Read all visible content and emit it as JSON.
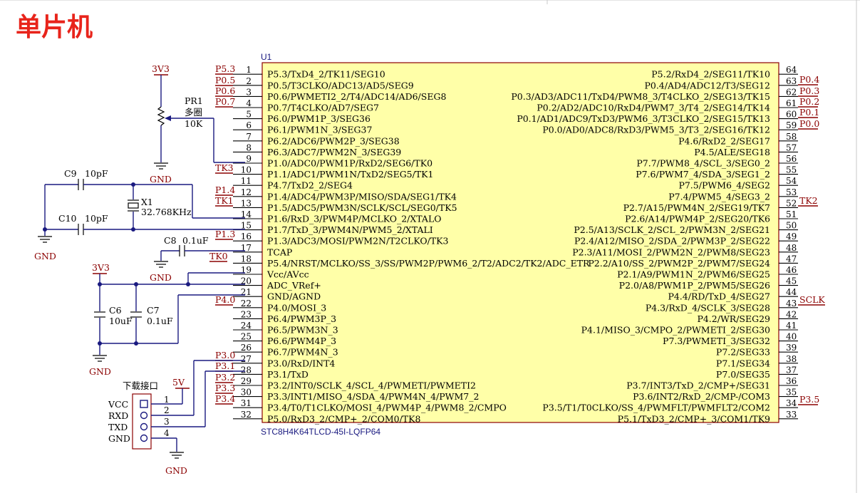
{
  "title": "单片机",
  "chip": {
    "designator": "U1",
    "part": "STC8H4K64TLCD-45I-LQFP64",
    "left_pins": [
      {
        "n": "1",
        "name": "P5.3/TxD4_2/TK11/SEG10"
      },
      {
        "n": "2",
        "name": "P0.5/T3CLKO/ADC13/AD5/SEG9"
      },
      {
        "n": "3",
        "name": "P0.6/PWMETI2_2/T4/ADC14/AD6/SEG8"
      },
      {
        "n": "4",
        "name": "P0.7/T4CLKO/AD7/SEG7"
      },
      {
        "n": "5",
        "name": "P6.0/PWM1P_3/SEG36"
      },
      {
        "n": "6",
        "name": "P6.1/PWM1N_3/SEG37"
      },
      {
        "n": "7",
        "name": "P6.2/ADC6/PWM2P_3/SEG38"
      },
      {
        "n": "8",
        "name": "P6.3/ADC7/PWM2N_3/SEG39"
      },
      {
        "n": "9",
        "name": "P1.0/ADC0/PWM1P/RxD2/SEG6/TK0"
      },
      {
        "n": "10",
        "name": "P1.1/ADC1/PWM1N/TxD2/SEG5/TK1"
      },
      {
        "n": "11",
        "name": "P4.7/TxD2_2/SEG4"
      },
      {
        "n": "12",
        "name": "P1.4/ADC4/PWM3P/MISO/SDA/SEG1/TK4"
      },
      {
        "n": "13",
        "name": "P1.5/ADC5/PWM3N/SCLK/SCL/SEG0/TK5"
      },
      {
        "n": "14",
        "name": "P1.6/RxD_3/PWM4P/MCLKO_2/XTALO"
      },
      {
        "n": "15",
        "name": "P1.7/TxD_3/PWM4N/PWM5_2/XTALI"
      },
      {
        "n": "16",
        "name": "P1.3/ADC3/MOSI/PWM2N/T2CLKO/TK3"
      },
      {
        "n": "17",
        "name": "TCAP"
      },
      {
        "n": "18",
        "name": "P5.4/NRST/MCLKO/SS_3/SS/PWM2P/PWM6_2/T2/ADC2/TK2/ADC_ETR"
      },
      {
        "n": "19",
        "name": "Vcc/AVcc"
      },
      {
        "n": "20",
        "name": "ADC_VRef+"
      },
      {
        "n": "21",
        "name": "GND/AGND"
      },
      {
        "n": "22",
        "name": "P4.0/MOSI_3"
      },
      {
        "n": "23",
        "name": "P6.4/PWM3P_3"
      },
      {
        "n": "24",
        "name": "P6.5/PWM3N_3"
      },
      {
        "n": "25",
        "name": "P6.6/PWM4P_3"
      },
      {
        "n": "26",
        "name": "P6.7/PWM4N_3"
      },
      {
        "n": "27",
        "name": "P3.0/RxD/INT4"
      },
      {
        "n": "28",
        "name": "P3.1/TxD"
      },
      {
        "n": "29",
        "name": "P3.2/INT0/SCLK_4/SCL_4/PWMETI/PWMETI2"
      },
      {
        "n": "30",
        "name": "P3.3/INT1/MISO_4/SDA_4/PWM4N_4/PWM7_2"
      },
      {
        "n": "31",
        "name": "P3.4/T0/T1CLKO/MOSI_4/PWM4P_4/PWM8_2/CMPO"
      },
      {
        "n": "32",
        "name": "P5.0/RxD3_2/CMP+_2/COM0/TK8"
      }
    ],
    "right_pins": [
      {
        "n": "64",
        "name": "P5.2/RxD4_2/SEG11/TK10"
      },
      {
        "n": "63",
        "name": "P0.4/AD4/ADC12/T3/SEG12"
      },
      {
        "n": "62",
        "name": "P0.3/AD3/ADC11/TxD4/PWM8_3/T4CLKO_2/SEG13/TK15"
      },
      {
        "n": "61",
        "name": "P0.2/AD2/ADC10/RxD4/PWM7_3/T4_2/SEG14/TK14"
      },
      {
        "n": "60",
        "name": "P0.1/AD1/ADC9/TxD3/PWM6_3/T3CLKO_2/SEG15/TK13"
      },
      {
        "n": "59",
        "name": "P0.0/AD0/ADC8/RxD3/PWM5_3/T3_2/SEG16/TK12"
      },
      {
        "n": "58",
        "name": "P4.6/RxD2_2/SEG17"
      },
      {
        "n": "57",
        "name": "P4.5/ALE/SEG18"
      },
      {
        "n": "56",
        "name": "P7.7/PWM8_4/SCL_3/SEG0_2"
      },
      {
        "n": "55",
        "name": "P7.6/PWM7_4/SDA_3/SEG1_2"
      },
      {
        "n": "54",
        "name": "P7.5/PWM6_4/SEG2"
      },
      {
        "n": "53",
        "name": "P7.4/PWM5_4/SEG3_2"
      },
      {
        "n": "52",
        "name": "P2.7/A15/PWM4N_2/SEG19/TK7"
      },
      {
        "n": "51",
        "name": "P2.6/A14/PWM4P_2/SEG20/TK6"
      },
      {
        "n": "50",
        "name": "P2.5/A13/SCLK_2/SCL_2/PWM3N_2/SEG21"
      },
      {
        "n": "49",
        "name": "P2.4/A12/MISO_2/SDA_2/PWM3P_2/SEG22"
      },
      {
        "n": "48",
        "name": "P2.3/A11/MOSI_2/PWM2N_2/PWM8/SEG23"
      },
      {
        "n": "47",
        "name": "P2.2/A10/SS_2/PWM2P_2/PWM7/SEG24"
      },
      {
        "n": "46",
        "name": "P2.1/A9/PWM1N_2/PWM6/SEG25"
      },
      {
        "n": "45",
        "name": "P2.0/A8/PWM1P_2/PWM5/SEG26"
      },
      {
        "n": "44",
        "name": "P4.4/RD/TxD_4/SEG27"
      },
      {
        "n": "43",
        "name": "P4.3/RxD_4/SCLK_3/SEG28"
      },
      {
        "n": "42",
        "name": "P4.2/WR/SEG29"
      },
      {
        "n": "41",
        "name": "P4.1/MISO_3/CMPO_2/PWMETI_2/SEG30"
      },
      {
        "n": "40",
        "name": "P7.3/PWMETI_3/SEG32"
      },
      {
        "n": "39",
        "name": "P7.2/SEG33"
      },
      {
        "n": "38",
        "name": "P7.1/SEG34"
      },
      {
        "n": "37",
        "name": "P7.0/SEG35"
      },
      {
        "n": "36",
        "name": "P3.7/INT3/TxD_2/CMP+/SEG31"
      },
      {
        "n": "35",
        "name": "P3.6/INT2/RxD_2/CMP-/COM3"
      },
      {
        "n": "34",
        "name": "P3.5/T1/T0CLKO/SS_4/PWMFLT/PWMFLT2/COM2"
      },
      {
        "n": "33",
        "name": "P5.1/TxD3_2/CMP+_3/COM1/TK9"
      }
    ]
  },
  "nets": {
    "left": {
      "p53": "P5.3",
      "p05": "P0.5",
      "p06": "P0.6",
      "p07": "P0.7",
      "tk3": "TK3",
      "p14": "P1.4",
      "tk1": "TK1",
      "p13": "P1.3",
      "tk0": "TK0",
      "p40": "P4.0",
      "p30": "P3.0",
      "p31": "P3.1",
      "p32": "P3.2",
      "p33": "P3.3",
      "p34": "P3.4"
    },
    "right": {
      "p04": "P0.4",
      "p03": "P0.3",
      "p02": "P0.2",
      "p01": "P0.1",
      "p00": "P0.0",
      "tk2": "TK2",
      "sclk": "SCLK",
      "p35": "P3.5"
    }
  },
  "power": {
    "v33": "3V3",
    "gnd": "GND",
    "v5": "5V"
  },
  "components": {
    "pr1": {
      "ref": "PR1",
      "desc": "多圈",
      "value": "10K"
    },
    "c9": {
      "ref": "C9",
      "value": "10pF"
    },
    "c10": {
      "ref": "C10",
      "value": "10pF"
    },
    "x1": {
      "ref": "X1",
      "value": "32.768KHz"
    },
    "c8": {
      "ref": "C8",
      "value": "0.1uF"
    },
    "c6": {
      "ref": "C6",
      "value": "10uF"
    },
    "c7": {
      "ref": "C7",
      "value": "0.1uF"
    }
  },
  "connector": {
    "title": "下载接口",
    "pins": [
      {
        "n": "1",
        "label": "VCC"
      },
      {
        "n": "2",
        "label": "RXD"
      },
      {
        "n": "3",
        "label": "TXD"
      },
      {
        "n": "4",
        "label": "GND"
      }
    ]
  }
}
